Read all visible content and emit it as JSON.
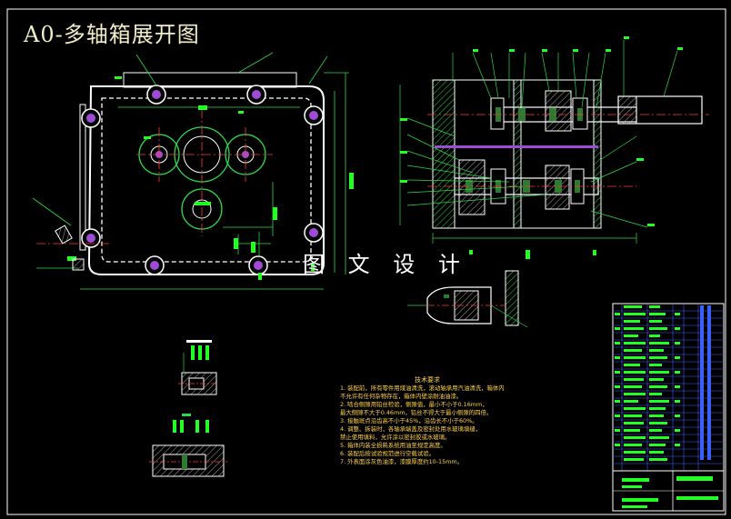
{
  "title": "A0-多轴箱展开图",
  "watermark": "图 文 设 计",
  "technical_requirements": {
    "heading": "技术要求",
    "items": [
      "1. 装配前，所有零件用煤油清洗，滚动轴承用汽油清洗，箱体内",
      "   不允许有任何杂物存在，箱体内壁涂耐油油漆。",
      "2. 啮合侧隙用铅丝检验，侧隙值，最小不小于0.16mm，",
      "   最大侧隙不大于0.46mm，铅丝不得大于最小侧隙的四倍。",
      "3. 接触斑点沿齿高不小于45%，沿齿长不小于60%。",
      "4. 调整、拆装时，各轴承端盖及密封处用水玻璃填缝，",
      "   禁止使用填料，允许涂以密封胶或水玻璃。",
      "5. 箱体内装全损耗系统用油至规定高度。",
      "6. 装配后按试验规范进行空载试验。",
      "7. 外表面涂灰色油漆，漆膜厚度约10-15mm。"
    ]
  },
  "colors": {
    "background": "#000000",
    "outline": "#ffffff",
    "center_line": "#ff3a3a",
    "dimension": "#2dd84a",
    "label": "#22ff22",
    "section_fill": "#2e7a2e",
    "bearing": "#a04bd8",
    "title_block": "#3a5fff"
  }
}
